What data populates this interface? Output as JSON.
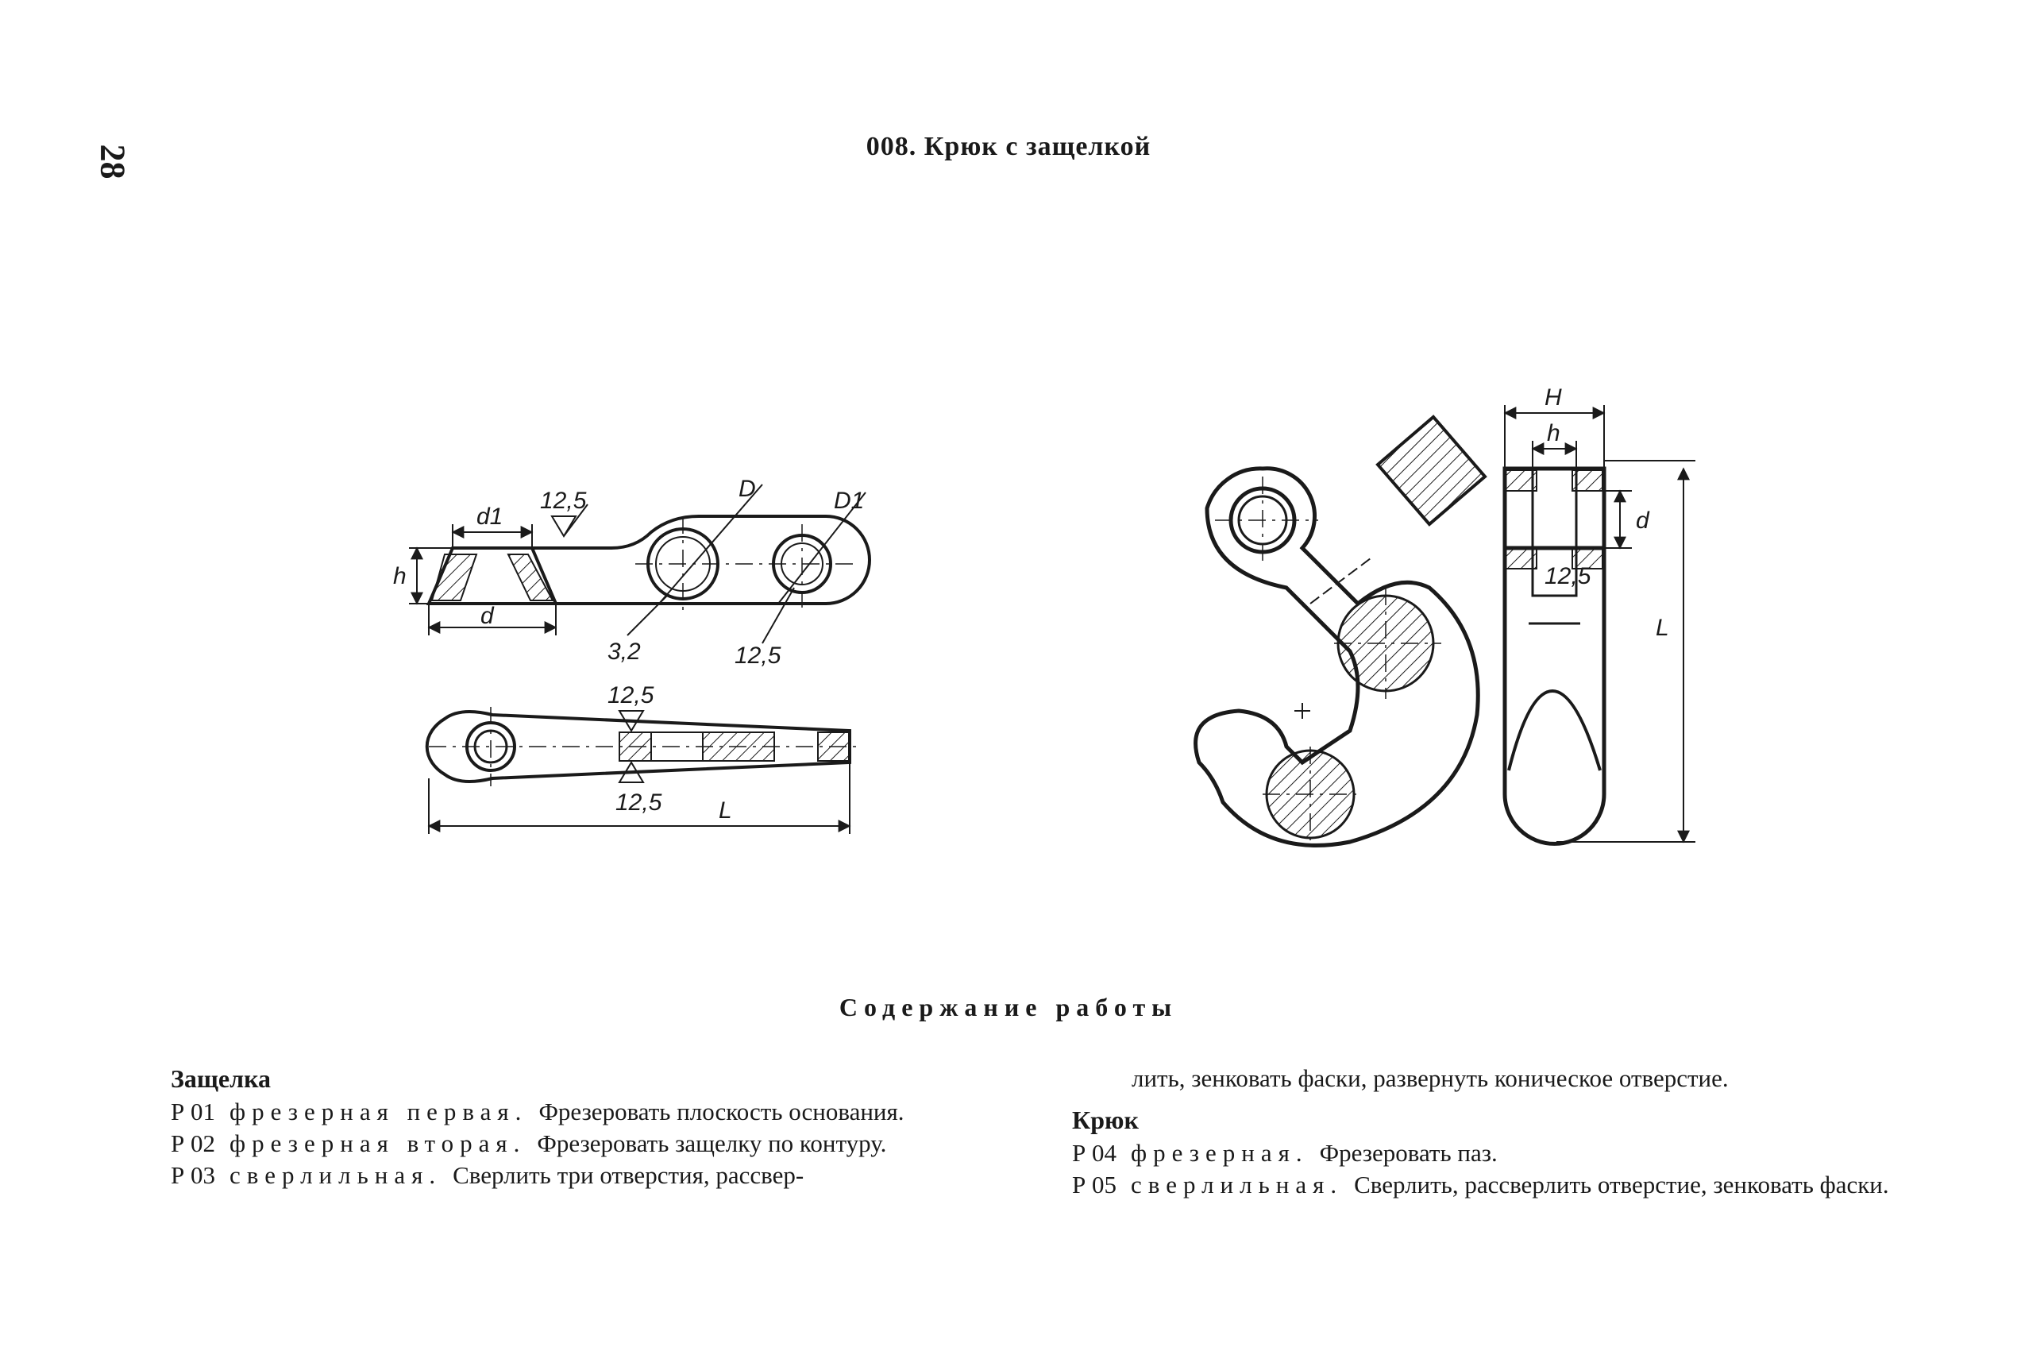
{
  "page": {
    "number": "28",
    "title": "008. Крюк с защелкой"
  },
  "drawing": {
    "latch_labels": {
      "d1": "d1",
      "roughness_top": "12,5",
      "D": "D",
      "D1": "D1",
      "h": "h",
      "d": "d",
      "roughness_hole1": "3,2",
      "roughness_hole2": "12,5",
      "roughness_plan_top": "12,5",
      "roughness_plan_bottom": "12,5",
      "L": "L"
    },
    "hook_labels": {
      "H": "H",
      "h": "h",
      "d": "d",
      "roughness_slot": "12,5",
      "L": "L"
    }
  },
  "content": {
    "heading": "Содержание работы",
    "latch": {
      "title": "Защелка",
      "ops": [
        {
          "code": "Р 01",
          "name": "фрезерная первая.",
          "text": "Фрезеровать плоскость основания."
        },
        {
          "code": "Р 02",
          "name": "фрезерная вторая.",
          "text": "Фрезеровать защелку по контуру."
        },
        {
          "code": "Р 03",
          "name": "сверлильная.",
          "text": "Сверлить три отверстия, рассвер-"
        }
      ]
    },
    "continuation": "лить, зенковать фаски, развернуть коническое отверстие.",
    "hook": {
      "title": "Крюк",
      "ops": [
        {
          "code": "Р 04",
          "name": "фрезерная.",
          "text": "Фрезеровать паз."
        },
        {
          "code": "Р 05",
          "name": "сверлильная.",
          "text": "Сверлить, рассверлить отверстие, зенковать фаски."
        }
      ]
    }
  }
}
